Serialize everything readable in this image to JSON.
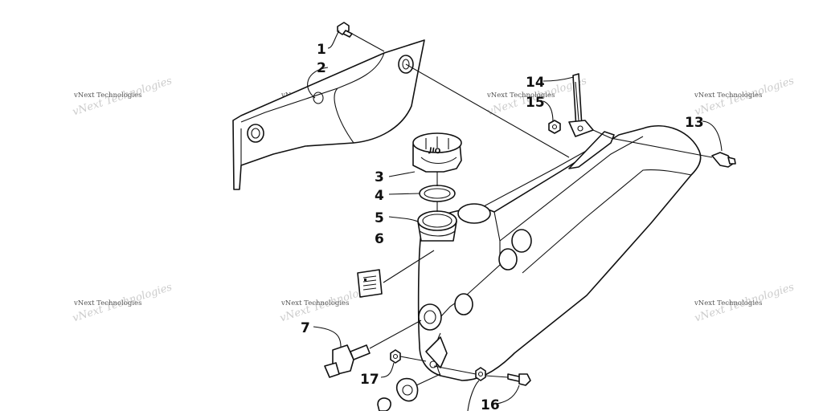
{
  "diagram": {
    "watermark_text": "vNext Technologies",
    "fuel_cap_marking": "JIO",
    "callouts": [
      "1",
      "2",
      "3",
      "4",
      "5",
      "6",
      "7",
      "13",
      "14",
      "15",
      "16",
      "17"
    ]
  }
}
